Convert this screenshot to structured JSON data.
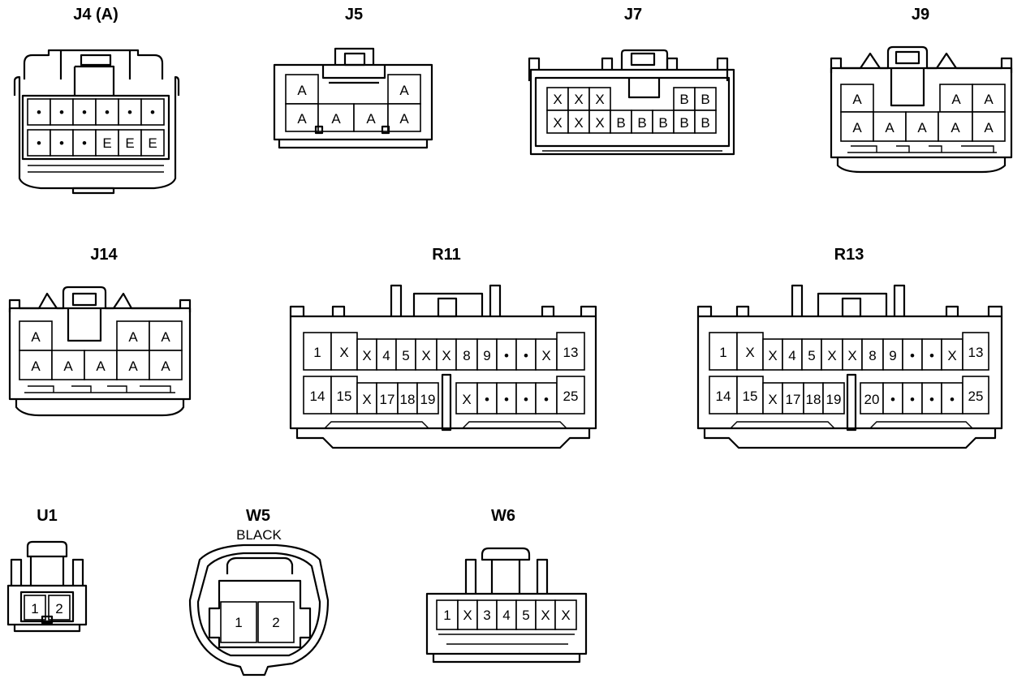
{
  "connectors": [
    {
      "id": "J4",
      "title": "J4 (A)",
      "rows": [
        [
          "•",
          "•",
          "•",
          "•",
          "•",
          "•"
        ],
        [
          "•",
          "•",
          "•",
          "E",
          "E",
          "E"
        ]
      ]
    },
    {
      "id": "J5",
      "title": "J5",
      "rows": [
        [
          "A",
          "",
          "",
          "",
          "A"
        ],
        [
          "A",
          "A",
          "",
          "A",
          "A"
        ]
      ]
    },
    {
      "id": "J7",
      "title": "J7",
      "rows": [
        [
          "X",
          "X",
          "X",
          "",
          "",
          "",
          "B",
          "B"
        ],
        [
          "X",
          "X",
          "X",
          "B",
          "B",
          "B",
          "B",
          "B"
        ]
      ]
    },
    {
      "id": "J9",
      "title": "J9",
      "rows": [
        [
          "A",
          "",
          "",
          "A",
          "A"
        ],
        [
          "A",
          "A",
          "A",
          "A",
          "A"
        ]
      ]
    },
    {
      "id": "J14",
      "title": "J14",
      "rows": [
        [
          "A",
          "",
          "",
          "A",
          "A"
        ],
        [
          "A",
          "A",
          "A",
          "A",
          "A"
        ]
      ]
    },
    {
      "id": "R11",
      "title": "R11",
      "rows": [
        [
          "1",
          "X",
          "X",
          "4",
          "5",
          "X",
          "X",
          "8",
          "9",
          "•",
          "•",
          "X",
          "13"
        ],
        [
          "14",
          "15",
          "X",
          "17",
          "18",
          "19",
          "",
          "X",
          "•",
          "•",
          "•",
          "•",
          "25"
        ]
      ]
    },
    {
      "id": "R13",
      "title": "R13",
      "rows": [
        [
          "1",
          "X",
          "X",
          "4",
          "5",
          "X",
          "X",
          "8",
          "9",
          "•",
          "•",
          "X",
          "13"
        ],
        [
          "14",
          "15",
          "X",
          "17",
          "18",
          "19",
          "",
          "20",
          "•",
          "•",
          "•",
          "•",
          "25"
        ]
      ]
    },
    {
      "id": "U1",
      "title": "U1",
      "rows": [
        [
          "1",
          "2"
        ]
      ]
    },
    {
      "id": "W5",
      "title": "W5",
      "subtitle": "BLACK",
      "rows": [
        [
          "1",
          "2"
        ]
      ]
    },
    {
      "id": "W6",
      "title": "W6",
      "rows": [
        [
          "1",
          "X",
          "3",
          "4",
          "5",
          "X",
          "X"
        ]
      ]
    }
  ]
}
